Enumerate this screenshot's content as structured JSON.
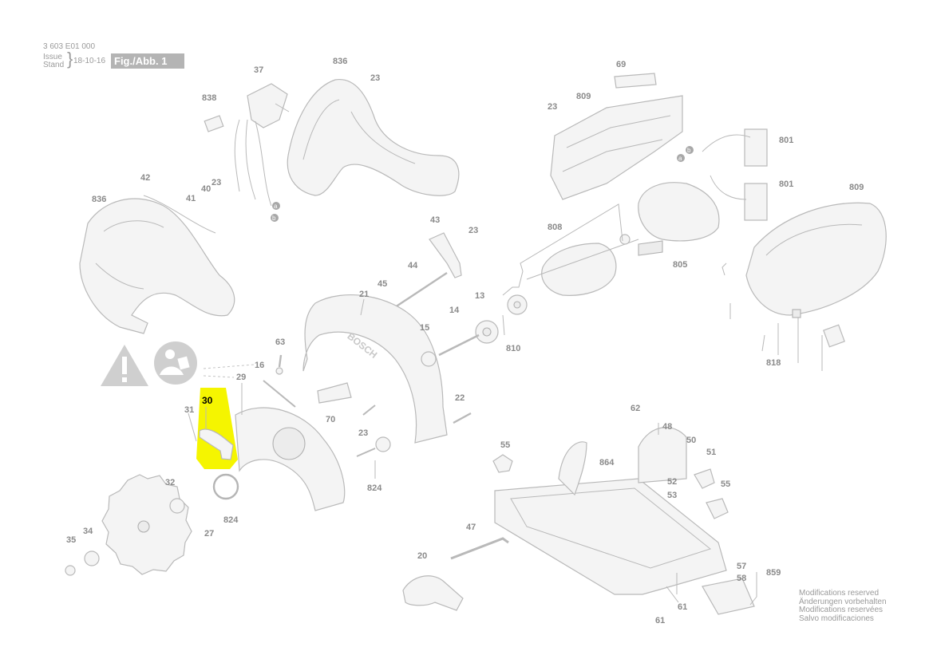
{
  "header": {
    "doc_number": "3 603 E01 000",
    "issue_label": "Issue",
    "stand_label": "Stand",
    "date": "18-10-16",
    "figure_label": "Fig./Abb. 1"
  },
  "note_lines": [
    "Modifications reserved",
    "Änderungen vorbehalten",
    "Modifications reservées",
    "Salvo modificaciones"
  ],
  "highlight": {
    "part": "30",
    "color": "#f5f500"
  },
  "warning_icons": [
    "warning-triangle-icon",
    "read-manual-icon"
  ],
  "parts": [
    {
      "id": "p836a",
      "label": "836"
    },
    {
      "id": "p37",
      "label": "37"
    },
    {
      "id": "p23a",
      "label": "23"
    },
    {
      "id": "p838",
      "label": "838"
    },
    {
      "id": "p42",
      "label": "42"
    },
    {
      "id": "p23b",
      "label": "23"
    },
    {
      "id": "p40",
      "label": "40"
    },
    {
      "id": "p41",
      "label": "41"
    },
    {
      "id": "p836b",
      "label": "836"
    },
    {
      "id": "p69",
      "label": "69"
    },
    {
      "id": "p23c",
      "label": "23"
    },
    {
      "id": "p809a",
      "label": "809"
    },
    {
      "id": "p801a",
      "label": "801"
    },
    {
      "id": "p801b",
      "label": "801"
    },
    {
      "id": "p809b",
      "label": "809"
    },
    {
      "id": "p43",
      "label": "43"
    },
    {
      "id": "p23d",
      "label": "23"
    },
    {
      "id": "p808",
      "label": "808"
    },
    {
      "id": "p805",
      "label": "805"
    },
    {
      "id": "p44",
      "label": "44"
    },
    {
      "id": "p45",
      "label": "45"
    },
    {
      "id": "p21",
      "label": "21"
    },
    {
      "id": "p13",
      "label": "13"
    },
    {
      "id": "p14",
      "label": "14"
    },
    {
      "id": "p15",
      "label": "15"
    },
    {
      "id": "p810",
      "label": "810"
    },
    {
      "id": "p63",
      "label": "63"
    },
    {
      "id": "p16",
      "label": "16"
    },
    {
      "id": "p29",
      "label": "29"
    },
    {
      "id": "p30",
      "label": "30"
    },
    {
      "id": "p31",
      "label": "31"
    },
    {
      "id": "p70",
      "label": "70"
    },
    {
      "id": "p23e",
      "label": "23"
    },
    {
      "id": "p22",
      "label": "22"
    },
    {
      "id": "p824a",
      "label": "824"
    },
    {
      "id": "p32",
      "label": "32"
    },
    {
      "id": "p27",
      "label": "27"
    },
    {
      "id": "p824b",
      "label": "824"
    },
    {
      "id": "p35",
      "label": "35"
    },
    {
      "id": "p34",
      "label": "34"
    },
    {
      "id": "p818",
      "label": "818"
    },
    {
      "id": "p62",
      "label": "62"
    },
    {
      "id": "p48",
      "label": "48"
    },
    {
      "id": "p50",
      "label": "50"
    },
    {
      "id": "p51",
      "label": "51"
    },
    {
      "id": "p55a",
      "label": "55"
    },
    {
      "id": "p864",
      "label": "864"
    },
    {
      "id": "p52",
      "label": "52"
    },
    {
      "id": "p53",
      "label": "53"
    },
    {
      "id": "p55b",
      "label": "55"
    },
    {
      "id": "p47",
      "label": "47"
    },
    {
      "id": "p20",
      "label": "20"
    },
    {
      "id": "p57",
      "label": "57"
    },
    {
      "id": "p58",
      "label": "58"
    },
    {
      "id": "p859",
      "label": "859"
    },
    {
      "id": "p61a",
      "label": "61"
    },
    {
      "id": "p61b",
      "label": "61"
    }
  ],
  "wire_markers": [
    "a",
    "b",
    "a",
    "b"
  ]
}
